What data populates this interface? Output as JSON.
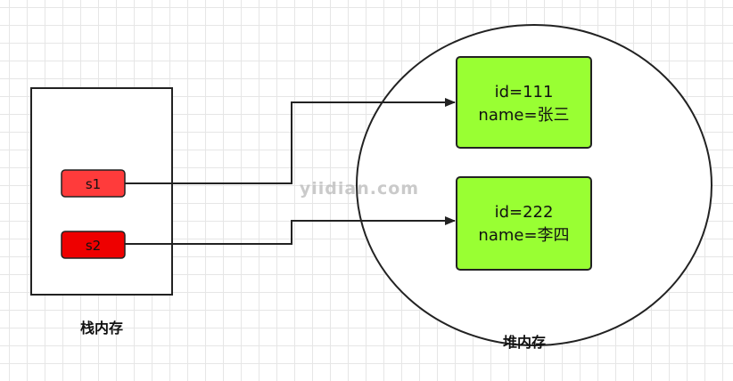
{
  "stack": {
    "label": "栈内存",
    "refs": [
      {
        "name": "s1",
        "color": "#ff3b3b"
      },
      {
        "name": "s2",
        "color": "#ee0000"
      }
    ]
  },
  "heap": {
    "label": "堆内存",
    "objects": [
      {
        "id_line": "id=111",
        "name_line": "name=张三",
        "color": "#99ff33"
      },
      {
        "id_line": "id=222",
        "name_line": "name=李四",
        "color": "#99ff33"
      }
    ]
  },
  "watermark": "yiidian.com"
}
